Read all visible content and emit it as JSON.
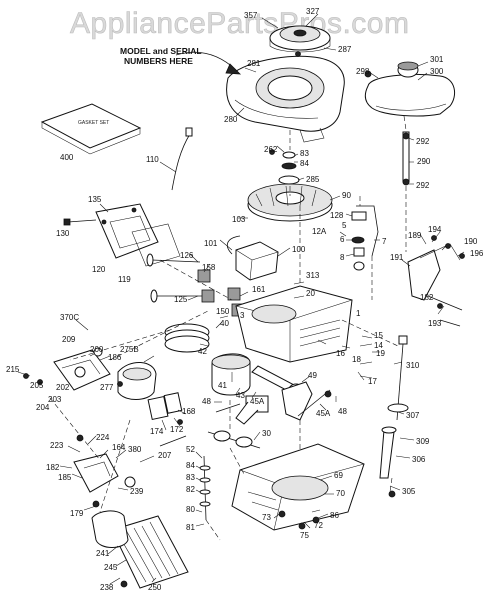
{
  "watermark": "AppliancePartsPros.com",
  "note": {
    "line1": "MODEL and SERIAL",
    "line2": "NUMBERS HERE"
  },
  "gasket_set_label": "GASKET SET",
  "callouts": [
    {
      "id": "c357",
      "text": "357"
    },
    {
      "id": "c327",
      "text": "327"
    },
    {
      "id": "c287",
      "text": "287"
    },
    {
      "id": "c281",
      "text": "281"
    },
    {
      "id": "c280",
      "text": "280"
    },
    {
      "id": "c298",
      "text": "298"
    },
    {
      "id": "c301",
      "text": "301"
    },
    {
      "id": "c300",
      "text": "300"
    },
    {
      "id": "c292a",
      "text": "292"
    },
    {
      "id": "c290",
      "text": "290"
    },
    {
      "id": "c292b",
      "text": "292"
    },
    {
      "id": "c400",
      "text": "400"
    },
    {
      "id": "c262",
      "text": "262"
    },
    {
      "id": "c83a",
      "text": "83"
    },
    {
      "id": "c84a",
      "text": "84"
    },
    {
      "id": "c285",
      "text": "285"
    },
    {
      "id": "c110",
      "text": "110"
    },
    {
      "id": "c135",
      "text": "135"
    },
    {
      "id": "c130",
      "text": "130"
    },
    {
      "id": "c90",
      "text": "90"
    },
    {
      "id": "c128",
      "text": "128"
    },
    {
      "id": "c103",
      "text": "103"
    },
    {
      "id": "c12A",
      "text": "12A"
    },
    {
      "id": "c5",
      "text": "5"
    },
    {
      "id": "c6",
      "text": "6"
    },
    {
      "id": "c8",
      "text": "8"
    },
    {
      "id": "c7",
      "text": "7"
    },
    {
      "id": "c120",
      "text": "120"
    },
    {
      "id": "c119",
      "text": "119"
    },
    {
      "id": "c101",
      "text": "101"
    },
    {
      "id": "c100",
      "text": "100"
    },
    {
      "id": "c126",
      "text": "126"
    },
    {
      "id": "c158",
      "text": "158"
    },
    {
      "id": "c313",
      "text": "313"
    },
    {
      "id": "c20",
      "text": "20"
    },
    {
      "id": "c189",
      "text": "189"
    },
    {
      "id": "c194",
      "text": "194"
    },
    {
      "id": "c190",
      "text": "190"
    },
    {
      "id": "c191",
      "text": "191"
    },
    {
      "id": "c196",
      "text": "196"
    },
    {
      "id": "c182a",
      "text": "182"
    },
    {
      "id": "c193",
      "text": "193"
    },
    {
      "id": "c125",
      "text": "125"
    },
    {
      "id": "c161",
      "text": "161"
    },
    {
      "id": "c3",
      "text": "3"
    },
    {
      "id": "c1",
      "text": "1"
    },
    {
      "id": "c370C",
      "text": "370C"
    },
    {
      "id": "c209",
      "text": "209"
    },
    {
      "id": "c200",
      "text": "200"
    },
    {
      "id": "c186",
      "text": "186"
    },
    {
      "id": "c275B",
      "text": "275B"
    },
    {
      "id": "c150",
      "text": "150"
    },
    {
      "id": "c40",
      "text": "40"
    },
    {
      "id": "c42",
      "text": "42"
    },
    {
      "id": "c15",
      "text": "15"
    },
    {
      "id": "c14",
      "text": "14"
    },
    {
      "id": "c16",
      "text": "16"
    },
    {
      "id": "c18",
      "text": "18"
    },
    {
      "id": "c19",
      "text": "19"
    },
    {
      "id": "c17",
      "text": "17"
    },
    {
      "id": "c310",
      "text": "310"
    },
    {
      "id": "c215",
      "text": "215"
    },
    {
      "id": "c205",
      "text": "205"
    },
    {
      "id": "c202",
      "text": "202"
    },
    {
      "id": "c203",
      "text": "203"
    },
    {
      "id": "c204",
      "text": "204"
    },
    {
      "id": "c277",
      "text": "277"
    },
    {
      "id": "c41",
      "text": "41"
    },
    {
      "id": "c43",
      "text": "43"
    },
    {
      "id": "c45Aa",
      "text": "45A"
    },
    {
      "id": "c49",
      "text": "49"
    },
    {
      "id": "c45Ab",
      "text": "45A"
    },
    {
      "id": "c48a",
      "text": "48"
    },
    {
      "id": "c48b",
      "text": "48"
    },
    {
      "id": "c168",
      "text": "168"
    },
    {
      "id": "c172",
      "text": "172"
    },
    {
      "id": "c174",
      "text": "174"
    },
    {
      "id": "c30",
      "text": "30"
    },
    {
      "id": "c307",
      "text": "307"
    },
    {
      "id": "c309",
      "text": "309"
    },
    {
      "id": "c223",
      "text": "223"
    },
    {
      "id": "c224",
      "text": "224"
    },
    {
      "id": "c164",
      "text": "164"
    },
    {
      "id": "c380",
      "text": "380"
    },
    {
      "id": "c207",
      "text": "207"
    },
    {
      "id": "c182b",
      "text": "182"
    },
    {
      "id": "c185",
      "text": "185"
    },
    {
      "id": "c52",
      "text": "52"
    },
    {
      "id": "c84b",
      "text": "84"
    },
    {
      "id": "c83b",
      "text": "83"
    },
    {
      "id": "c82",
      "text": "82"
    },
    {
      "id": "c69",
      "text": "69"
    },
    {
      "id": "c70",
      "text": "70"
    },
    {
      "id": "c306a",
      "text": "306"
    },
    {
      "id": "c305",
      "text": "305"
    },
    {
      "id": "c179",
      "text": "179"
    },
    {
      "id": "c239",
      "text": "239"
    },
    {
      "id": "c80",
      "text": "80"
    },
    {
      "id": "c81",
      "text": "81"
    },
    {
      "id": "c73",
      "text": "73"
    },
    {
      "id": "c72",
      "text": "72"
    },
    {
      "id": "c86",
      "text": "86"
    },
    {
      "id": "c75",
      "text": "75"
    },
    {
      "id": "c241",
      "text": "241"
    },
    {
      "id": "c245",
      "text": "245"
    },
    {
      "id": "c250",
      "text": "250"
    },
    {
      "id": "c238",
      "text": "238"
    }
  ]
}
